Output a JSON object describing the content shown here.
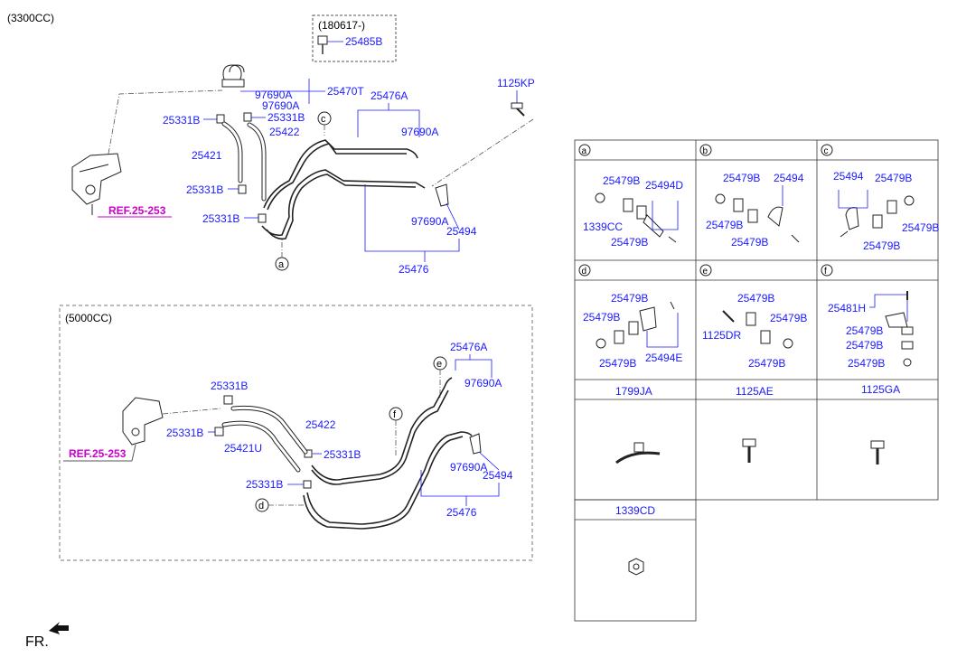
{
  "section_top": {
    "title": "(3300CC)",
    "option_box_date": "(180617-)",
    "ref_label": "REF.25-253",
    "circle_markers": [
      "c",
      "a"
    ],
    "labels": [
      "25485B",
      "25470T",
      "97690A",
      "97690A",
      "25476A",
      "25331B",
      "25331B",
      "25422",
      "25421",
      "25331B",
      "25331B",
      "97690A",
      "1125KP",
      "97690A",
      "25494",
      "25476"
    ]
  },
  "section_bottom": {
    "title": "(5000CC)",
    "ref_label": "REF.25-253",
    "circle_markers": [
      "e",
      "f",
      "d"
    ],
    "labels": [
      "25476A",
      "97690A",
      "25331B",
      "25422",
      "25331B",
      "25421U",
      "25331B",
      "25331B",
      "97690A",
      "25494",
      "25476"
    ]
  },
  "parts_table": {
    "cells": [
      {
        "letter": "a",
        "labels": [
          "25479B",
          "25494D",
          "1339CC",
          "25479B"
        ]
      },
      {
        "letter": "b",
        "labels": [
          "25479B",
          "25494",
          "25479B",
          "25479B"
        ]
      },
      {
        "letter": "c",
        "labels": [
          "25494",
          "25479B",
          "25479B",
          "25479B"
        ]
      },
      {
        "letter": "d",
        "labels": [
          "25479B",
          "25479B",
          "25479B",
          "25494E"
        ]
      },
      {
        "letter": "e",
        "labels": [
          "25479B",
          "1125DR",
          "25479B",
          "25479B"
        ]
      },
      {
        "letter": "f",
        "labels": [
          "25481H",
          "25479B",
          "25479B",
          "25479B"
        ]
      }
    ],
    "fasteners": [
      "1799JA",
      "1125AE",
      "1125GA",
      "1339CD"
    ]
  },
  "footer": {
    "direction_label": "FR."
  }
}
